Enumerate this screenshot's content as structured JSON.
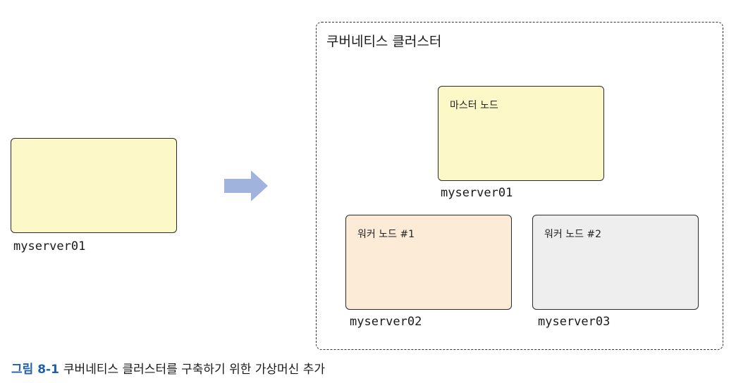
{
  "standalone": {
    "server_name": "myserver01"
  },
  "cluster": {
    "title": "쿠버네티스 클러스터",
    "master": {
      "label": "마스터 노드",
      "server_name": "myserver01"
    },
    "workers": [
      {
        "label": "워커 노드 #1",
        "server_name": "myserver02"
      },
      {
        "label": "워커 노드 #2",
        "server_name": "myserver03"
      }
    ]
  },
  "caption": {
    "number": "그림 8-1",
    "text": "쿠버네티스 클러스터를 구축하기 위한 가상머신 추가"
  },
  "colors": {
    "master_fill": "#fdf8c8",
    "worker1_fill": "#fbebd7",
    "worker2_fill": "#eeeeee",
    "arrow": "#9fb3dc",
    "caption_accent": "#1f5fae"
  },
  "icons": {
    "arrow": "right-arrow-icon"
  }
}
